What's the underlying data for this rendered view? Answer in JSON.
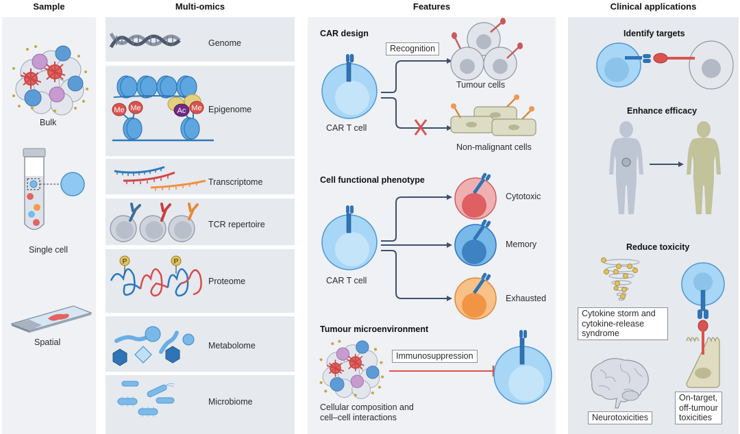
{
  "columns": {
    "sample": "Sample",
    "multiomics": "Multi-omics",
    "features": "Features",
    "clinical": "Clinical applications"
  },
  "sample": {
    "items": [
      {
        "label": "Bulk",
        "icon": "tissue-cluster-icon"
      },
      {
        "label": "Single cell",
        "icon": "test-tube-icon"
      },
      {
        "label": "Spatial",
        "icon": "microscope-slide-icon"
      }
    ]
  },
  "multiomics": {
    "rows": [
      {
        "label": "Genome",
        "icon": "dna-helix-icon"
      },
      {
        "label": "Epigenome",
        "icon": "nucleosome-icon"
      },
      {
        "label": "Transcriptome",
        "icon": "rna-strands-icon"
      },
      {
        "label": "TCR repertoire",
        "icon": "t-cell-receptor-icon"
      },
      {
        "label": "Proteome",
        "icon": "protein-fold-icon"
      },
      {
        "label": "Metabolome",
        "icon": "metabolite-shapes-icon"
      },
      {
        "label": "Microbiome",
        "icon": "bacteria-icon"
      }
    ],
    "epigenome_marks": [
      "Me",
      "Me",
      "Ac",
      "Me"
    ],
    "proteome_marks": [
      "P",
      "P"
    ]
  },
  "features": {
    "car_design": {
      "title": "CAR design",
      "source": "CAR T cell",
      "edge_label": "Recognition",
      "targets": [
        "Tumour cells",
        "Non-malignant cells"
      ]
    },
    "phenotype": {
      "title": "Cell functional phenotype",
      "source": "CAR T cell",
      "targets": [
        "Cytotoxic",
        "Memory",
        "Exhausted"
      ],
      "colors": {
        "cytotoxic": "#e0686a",
        "memory": "#3f8cc9",
        "exhausted": "#f39a4a"
      }
    },
    "tme": {
      "title": "Tumour microenvironment",
      "edge_label": "Immunosuppression",
      "caption_line1": "Cellular composition and",
      "caption_line2": "cell–cell interactions"
    }
  },
  "clinical": {
    "identify": "Identify targets",
    "enhance": "Enhance efficacy",
    "reduce": "Reduce toxicity",
    "toxicities": {
      "crs_line1": "Cytokine storm and",
      "crs_line2": "cytokine-release",
      "crs_line3": "syndrome",
      "neuro": "Neurotoxicities",
      "ontarget_line1": "On-target,",
      "ontarget_line2": "off-tumour",
      "ontarget_line3": "toxicities"
    }
  }
}
